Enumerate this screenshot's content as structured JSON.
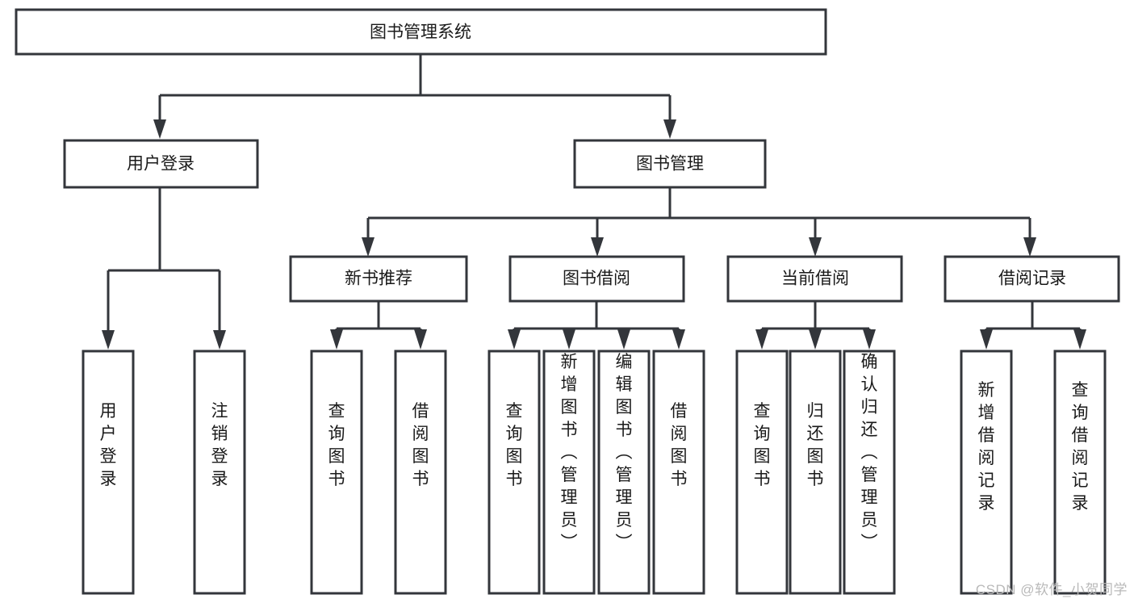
{
  "diagram": {
    "title": "图书管理系统",
    "type": "tree-hierarchy-diagram",
    "colors": {
      "stroke": "#33363b",
      "fill": "#ffffff",
      "text": "#1a1a1a",
      "watermark": "#b9b9b9"
    },
    "root": {
      "label": "图书管理系统"
    },
    "level1": [
      {
        "label": "用户登录"
      },
      {
        "label": "图书管理"
      }
    ],
    "level2": [
      {
        "label": "新书推荐"
      },
      {
        "label": "图书借阅"
      },
      {
        "label": "当前借阅"
      },
      {
        "label": "借阅记录"
      }
    ],
    "leaves": {
      "user_login": [
        {
          "label": "用户登录"
        },
        {
          "label": "注销登录"
        }
      ],
      "new_book_recommend": [
        {
          "label": "查询图书"
        },
        {
          "label": "借阅图书"
        }
      ],
      "book_borrow": [
        {
          "label": "查询图书"
        },
        {
          "label": "新增图书（管理员）"
        },
        {
          "label": "编辑图书（管理员）"
        },
        {
          "label": "借阅图书"
        }
      ],
      "current_borrow": [
        {
          "label": "查询图书"
        },
        {
          "label": "归还图书"
        },
        {
          "label": "确认归还（管理员）"
        }
      ],
      "borrow_record": [
        {
          "label": "新增借阅记录"
        },
        {
          "label": "查询借阅记录"
        }
      ]
    }
  },
  "watermark": {
    "text": "CSDN @软件_小贺同学"
  }
}
